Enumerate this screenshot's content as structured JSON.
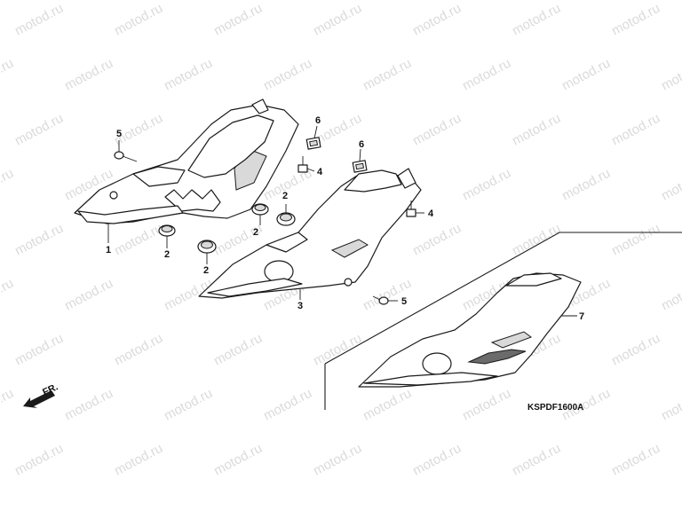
{
  "watermark": {
    "text": "motod.ru"
  },
  "direction_arrow": {
    "label": "FR."
  },
  "diagram_code": "KSPDF1600A",
  "callouts": {
    "c1": "1",
    "c2a": "2",
    "c2b": "2",
    "c2c": "2",
    "c2d": "2",
    "c3": "3",
    "c4a": "4",
    "c4b": "4",
    "c5a": "5",
    "c5b": "5",
    "c6a": "6",
    "c6b": "6",
    "c7": "7"
  },
  "colors": {
    "line": "#1a1a1a",
    "watermark": "#bdbdbd",
    "background": "#ffffff"
  }
}
